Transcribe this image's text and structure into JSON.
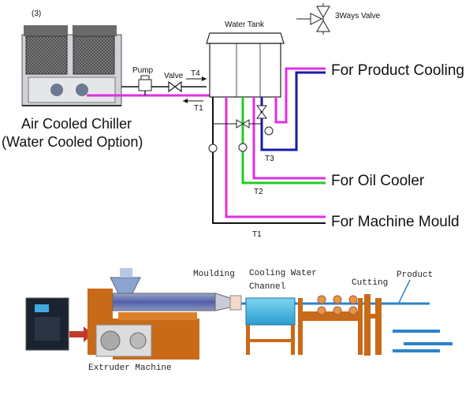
{
  "top_diagram": {
    "figure_number": "(3)",
    "chiller_label_line1": "Air Cooled Chiller",
    "chiller_label_line2": "(Water Cooled Option)",
    "pump_label": "Pump",
    "valve_label": "Valve",
    "tank_label": "Water Tank",
    "legend_valve_label": "3Ways Valve",
    "pipe_labels": {
      "t4": "T4",
      "t1": "T1",
      "t3": "T3",
      "t2": "T2",
      "t1_bottom": "T1"
    },
    "outputs": {
      "product_cooling": "For Product Cooling",
      "oil_cooler": "For Oil Cooler",
      "machine_mould": "For Machine Mould"
    },
    "colors": {
      "supply": "#e030e0",
      "return": "#111111",
      "blue_loop": "#1a1aa8",
      "green_loop": "#22cc22"
    }
  },
  "bottom_diagram": {
    "extruder_label": "Extruder Machine",
    "moulding_label": "Moulding",
    "cooling_label_line1": "Cooling Water",
    "cooling_label_line2": "Channel",
    "cutting_label": "Cutting",
    "product_label": "Product"
  }
}
